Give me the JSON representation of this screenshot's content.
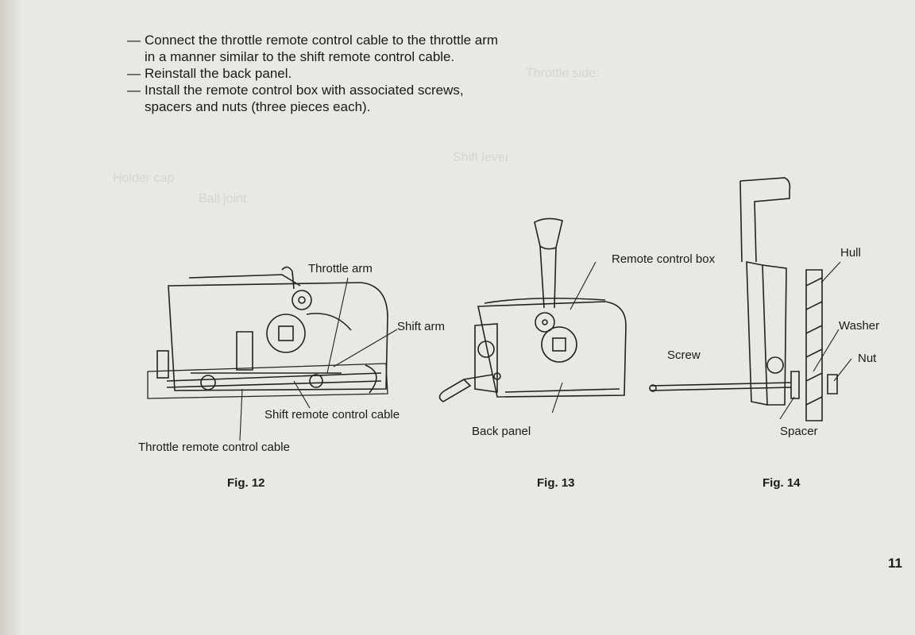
{
  "instructions": [
    {
      "dash": "—",
      "text": "Connect the throttle remote control cable to the throttle arm in a manner similar to the shift remote control cable."
    },
    {
      "dash": "—",
      "text": "Reinstall the back panel."
    },
    {
      "dash": "—",
      "text": "Install the remote control box with associated screws, spacers and nuts (three pieces each)."
    }
  ],
  "figures": {
    "fig12": {
      "caption": "Fig. 12",
      "labels": {
        "throttle_arm": "Throttle arm",
        "shift_arm": "Shift arm",
        "shift_remote_control_cable": "Shift remote control cable",
        "throttle_remote_control_cable": "Throttle remote control cable"
      }
    },
    "fig13": {
      "caption": "Fig. 13",
      "labels": {
        "remote_control_box": "Remote control box",
        "back_panel": "Back panel"
      }
    },
    "fig14": {
      "caption": "Fig. 14",
      "labels": {
        "hull": "Hull",
        "washer": "Washer",
        "nut": "Nut",
        "screw": "Screw",
        "spacer": "Spacer"
      }
    }
  },
  "page_number": "11",
  "bleed_through": {
    "line1": "Throttle side:",
    "line2": "Shift lever",
    "line3": "Ball joint",
    "line4": "Holder cap"
  }
}
